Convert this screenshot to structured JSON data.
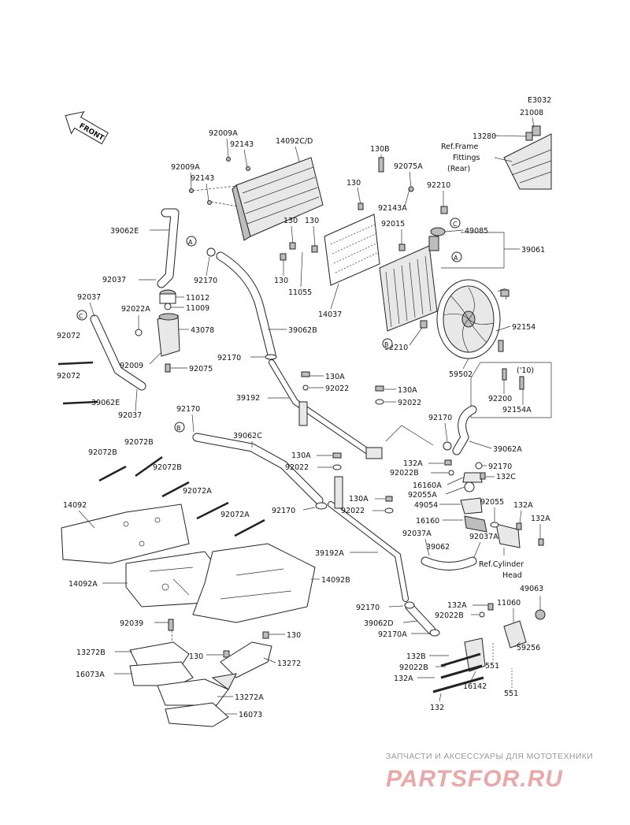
{
  "diagram_code": "E3032",
  "front_label": "FRONT",
  "ref_frame": [
    "Ref.Frame",
    "Fittings",
    "(Rear)"
  ],
  "ref_cylinder": [
    "Ref.Cylinder",
    "Head"
  ],
  "year_note": "('10)",
  "callouts": {
    "a": "A",
    "b": "B",
    "c": "C"
  },
  "parts": {
    "p21008": "21008",
    "p13280": "13280",
    "p92009A_1": "92009A",
    "p92143_1": "92143",
    "p14092CD": "14092C/D",
    "p92009A_2": "92009A",
    "p92143_2": "92143",
    "p130B": "130B",
    "p92075A": "92075A",
    "p130_a": "130",
    "p92210_1": "92210",
    "p92143A": "92143A",
    "p39062E_1": "39062E",
    "p130_b": "130",
    "p130_c": "130",
    "p92015": "92015",
    "p49085": "49085",
    "p39061": "39061",
    "p92170_1": "92170",
    "p130_d": "130",
    "p11055": "11055",
    "p14037": "14037",
    "p92037_1": "92037",
    "p11012": "11012",
    "p11009": "11009",
    "p92037_2": "92037",
    "p92022A": "92022A",
    "p43078": "43078",
    "p39062B": "39062B",
    "p92154": "92154",
    "p92072_1": "92072",
    "p92210_2": "92210",
    "p92009": "92009",
    "p92170_2": "92170",
    "p92075": "92075",
    "p59502": "59502",
    "p92072_2": "92072",
    "p130A_1": "130A",
    "p92022_1": "92022",
    "p39192": "39192",
    "p39062E_2": "39062E",
    "p92037_3": "92037",
    "p130A_2": "130A",
    "p92022_2": "92022",
    "p92200": "92200",
    "p92154A": "92154A",
    "p92170_3": "92170",
    "p92170_4": "92170",
    "p39062C": "39062C",
    "p39062A": "39062A",
    "p92072B_1": "92072B",
    "p92072B_2": "92072B",
    "p130A_3": "130A",
    "p132A_1": "132A",
    "p92170_5": "92170",
    "p92022_3": "92022",
    "p92022B_1": "92022B",
    "p132C": "132C",
    "p92072B_3": "92072B",
    "p16160A": "16160A",
    "p92072A_1": "92072A",
    "p92055A": "92055A",
    "p130A_4": "130A",
    "p92055": "92055",
    "p49054": "49054",
    "p132A_2": "132A",
    "p14092": "14092",
    "p92170_6": "92170",
    "p92022_4": "92022",
    "p92072A_2": "92072A",
    "p16160": "16160",
    "p132A_3": "132A",
    "p92037A_1": "92037A",
    "p92037A_2": "92037A",
    "p39062": "39062",
    "p39192A": "39192A",
    "p14092A": "14092A",
    "p14092B": "14092B",
    "p132A_4": "132A",
    "p11060": "11060",
    "p49063": "49063",
    "p92170_7": "92170",
    "p92022B_2": "92022B",
    "p39062D": "39062D",
    "p92039": "92039",
    "p92170A": "92170A",
    "p130_e": "130",
    "p59256": "59256",
    "p13272B": "13272B",
    "p130_f": "130",
    "p132B": "132B",
    "p13272": "13272",
    "p92022B_3": "92022B",
    "p551_1": "551",
    "p16073A": "16073A",
    "p132A_5": "132A",
    "p16142": "16142",
    "p551_2": "551",
    "p13272A": "13272A",
    "p132": "132",
    "p16073": "16073"
  },
  "watermark": {
    "line1": "ЗАПЧАСТИ И АКСЕССУАРЫ ДЛЯ МОТОТЕХНИКИ",
    "line2": "PARTSFOR.RU"
  },
  "colors": {
    "line": "#222222",
    "watermark_text": "#9a9a9a",
    "watermark_logo": "#e9a9a9"
  }
}
